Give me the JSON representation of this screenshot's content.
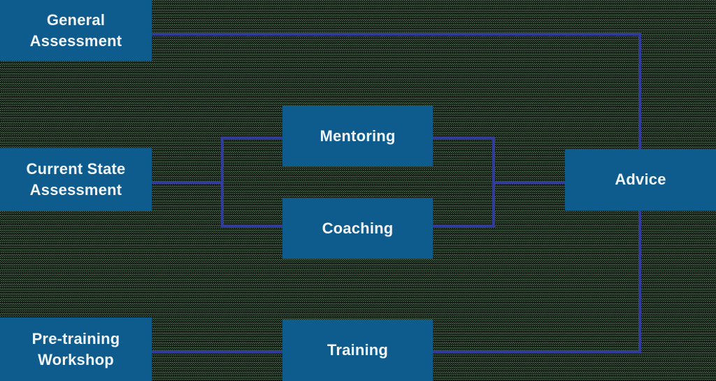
{
  "colors": {
    "node_fill": "#0e5c8e",
    "connector": "#2f3c9c",
    "label_text": "#f2f5f8"
  },
  "nodes": {
    "general_assessment": {
      "label": "General\nAssessment"
    },
    "current_state_assessment": {
      "label": "Current State\nAssessment"
    },
    "pre_training_workshop": {
      "label": "Pre-training\nWorkshop"
    },
    "mentoring": {
      "label": "Mentoring"
    },
    "coaching": {
      "label": "Coaching"
    },
    "training": {
      "label": "Training"
    },
    "advice": {
      "label": "Advice"
    }
  },
  "edges": [
    {
      "from": "general_assessment",
      "to": "advice"
    },
    {
      "from": "current_state_assessment",
      "to": "mentoring"
    },
    {
      "from": "current_state_assessment",
      "to": "coaching"
    },
    {
      "from": "mentoring",
      "to": "advice"
    },
    {
      "from": "coaching",
      "to": "advice"
    },
    {
      "from": "pre_training_workshop",
      "to": "training"
    },
    {
      "from": "training",
      "to": "advice"
    }
  ]
}
